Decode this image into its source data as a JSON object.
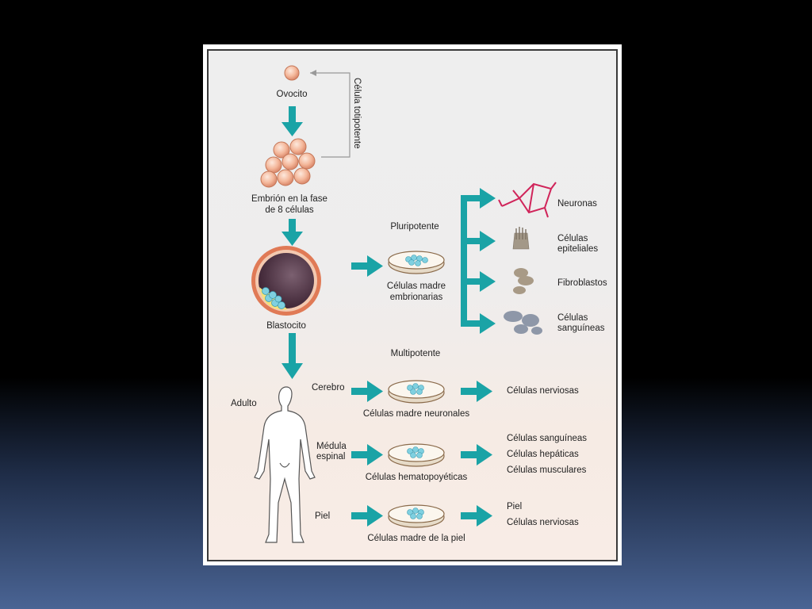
{
  "diagram": {
    "ovocito": "Ovocito",
    "celula_totipotente": "Célula totipotente",
    "embrion_line1": "Embrión en la fase",
    "embrion_line2": "de 8 células",
    "blastocito": "Blastocito",
    "adulto": "Adulto",
    "pluripotente": "Pluripotente",
    "madre_emb_line1": "Células madre",
    "madre_emb_line2": "embrionarias",
    "neuronas": "Neuronas",
    "epiteliales_line1": "Células",
    "epiteliales_line2": "epiteliales",
    "fibroblastos": "Fibroblastos",
    "sanguineas_line1": "Células",
    "sanguineas_line2": "sanguíneas",
    "multipotente": "Multipotente",
    "cerebro": "Cerebro",
    "madre_neuronales": "Células madre neuronales",
    "nerviosas_1": "Células nerviosas",
    "medula_line1": "Médula",
    "medula_line2": "espinal",
    "hematopoyeticas": "Células hematopoyéticas",
    "sanguineas_2": "Células sanguíneas",
    "hepaticas": "Células hepáticas",
    "musculares": "Células musculares",
    "piel_source": "Piel",
    "madre_piel": "Células madre de la piel",
    "piel_out": "Piel",
    "nerviosas_2": "Células nerviosas"
  },
  "colors": {
    "arrow": "#1aa3a6",
    "neuron": "#d0245a",
    "cell_outer": "#e9a98a",
    "cell_inner": "#fbe3d6",
    "dish_rim": "#8a6a4a",
    "stem_cell": "#7fd0e0"
  }
}
